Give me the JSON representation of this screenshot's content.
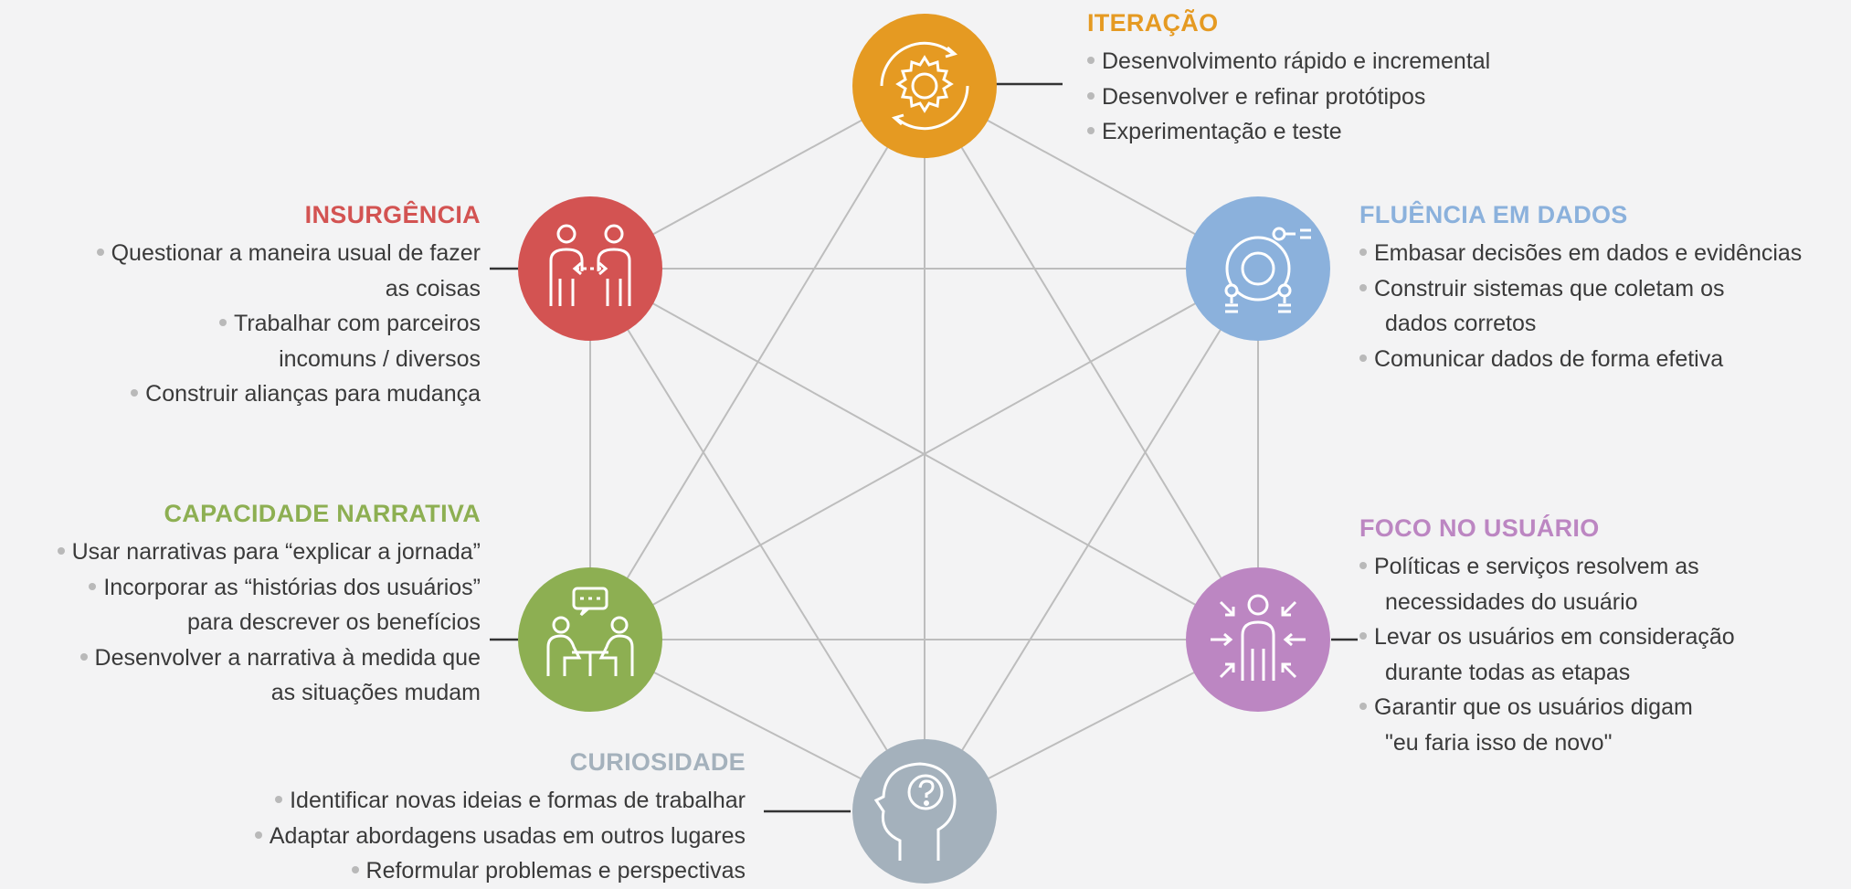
{
  "colors": {
    "iteracao": "#e59a22",
    "insurgencia": "#d35352",
    "fluencia": "#8bb1dc",
    "narrativa": "#8daf52",
    "usuario": "#bc86c2",
    "curiosidade": "#a4b1bc",
    "edge": "#bdbdbd"
  },
  "nodes": [
    {
      "id": "iteracao",
      "icon": "gear-cycle-icon"
    },
    {
      "id": "insurgencia",
      "icon": "two-people-exchange-icon"
    },
    {
      "id": "fluencia",
      "icon": "data-network-icon"
    },
    {
      "id": "narrativa",
      "icon": "people-conversation-icon"
    },
    {
      "id": "usuario",
      "icon": "user-focus-icon"
    },
    {
      "id": "curiosidade",
      "icon": "head-question-icon"
    }
  ],
  "iteracao": {
    "title": "ITERAÇÃO",
    "items": [
      [
        "Desenvolvimento rápido e incremental"
      ],
      [
        "Desenvolver e refinar protótipos"
      ],
      [
        "Experimentação e teste"
      ]
    ]
  },
  "insurgencia": {
    "title": "INSURGÊNCIA",
    "items": [
      [
        "Questionar a maneira usual de fazer",
        "as coisas"
      ],
      [
        "Trabalhar com parceiros",
        "incomuns / diversos"
      ],
      [
        "Construir alianças para mudança"
      ]
    ]
  },
  "fluencia": {
    "title": "FLUÊNCIA EM DADOS",
    "items": [
      [
        "Embasar decisões em dados e evidências"
      ],
      [
        "Construir sistemas que coletam os",
        "dados corretos"
      ],
      [
        "Comunicar dados de forma efetiva"
      ]
    ]
  },
  "narrativa": {
    "title": "CAPACIDADE NARRATIVA",
    "items": [
      [
        "Usar narrativas para “explicar a jornada”"
      ],
      [
        "Incorporar as “histórias dos usuários”",
        "para descrever os benefícios"
      ],
      [
        "Desenvolver a narrativa à medida que",
        "as situações mudam"
      ]
    ]
  },
  "usuario": {
    "title": "FOCO NO USUÁRIO",
    "items": [
      [
        "Políticas e serviços resolvem as",
        "necessidades do usuário"
      ],
      [
        "Levar os usuários em consideração",
        "durante todas as etapas"
      ],
      [
        "Garantir que os usuários digam",
        "\"eu faria isso de novo\""
      ]
    ]
  },
  "curiosidade": {
    "title": "CURIOSIDADE",
    "items": [
      [
        "Identificar novas ideias e formas de trabalhar"
      ],
      [
        "Adaptar abordagens usadas em outros lugares"
      ],
      [
        "Reformular problemas e perspectivas"
      ]
    ]
  }
}
